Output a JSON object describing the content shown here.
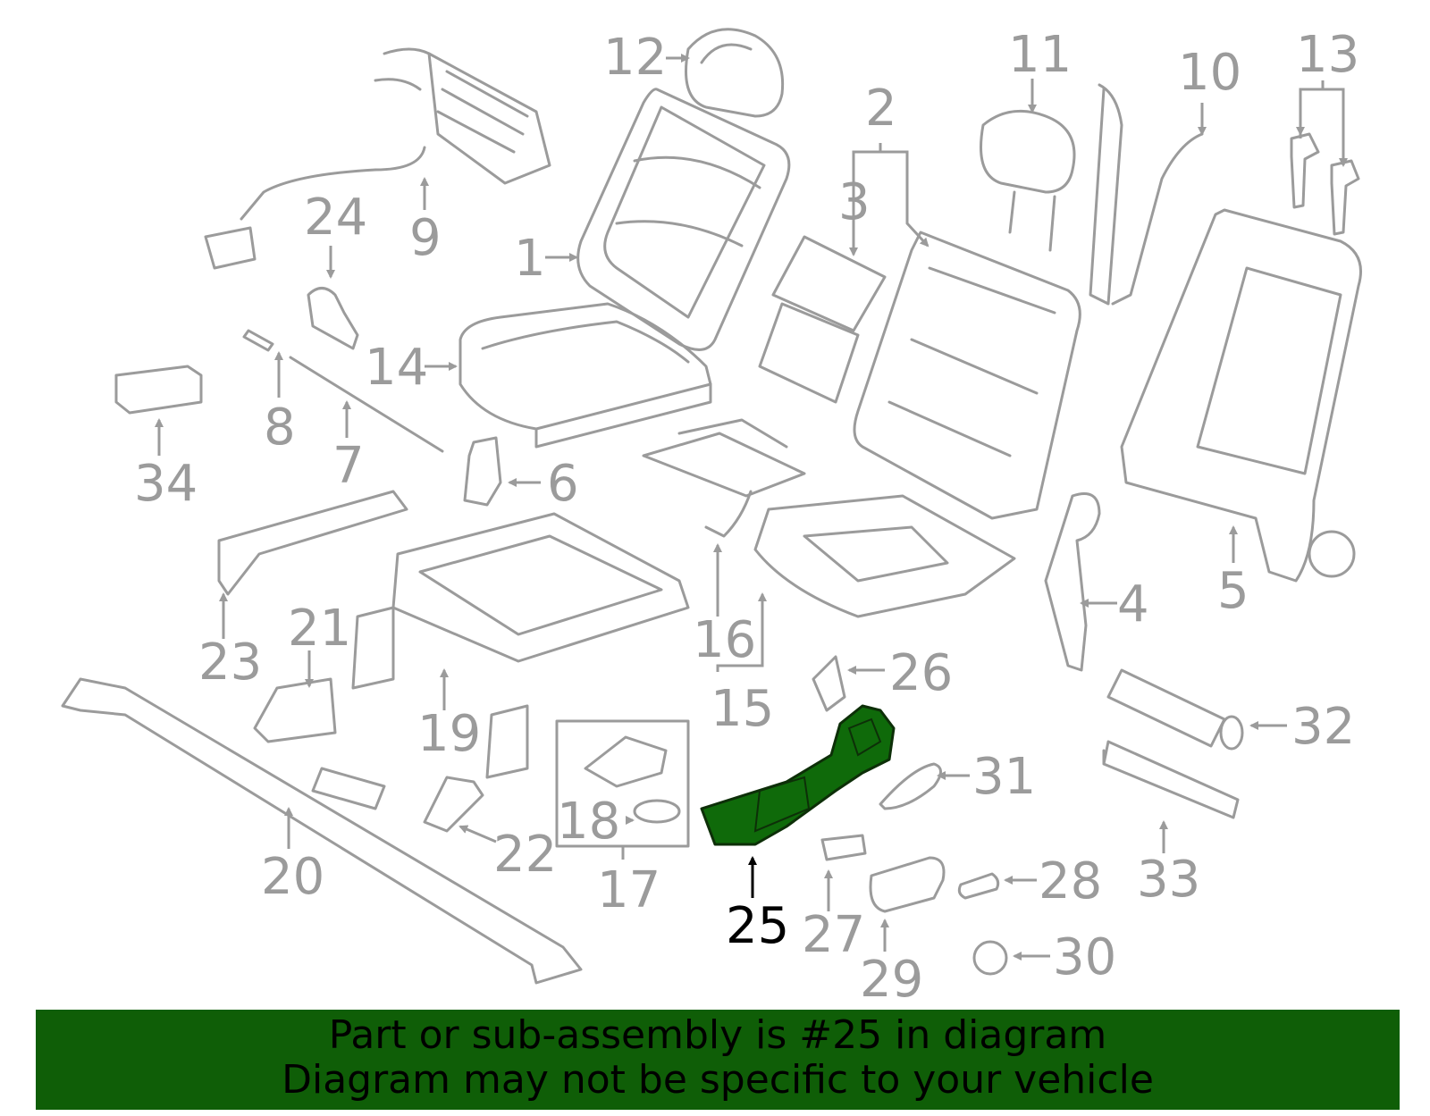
{
  "diagram": {
    "highlighted_part": "25",
    "highlight_color": "#0f6a0a",
    "line_color": "#9b9b9b",
    "callouts": [
      "1",
      "2",
      "3",
      "4",
      "5",
      "6",
      "7",
      "8",
      "9",
      "10",
      "11",
      "12",
      "13",
      "14",
      "15",
      "16",
      "17",
      "18",
      "19",
      "20",
      "21",
      "22",
      "23",
      "24",
      "25",
      "26",
      "27",
      "28",
      "29",
      "30",
      "31",
      "32",
      "33",
      "34"
    ]
  },
  "banner": {
    "line1": "Part or sub-assembly is #25 in diagram",
    "line2": "Diagram may not be specific to your vehicle",
    "background": "#0f5e07"
  }
}
